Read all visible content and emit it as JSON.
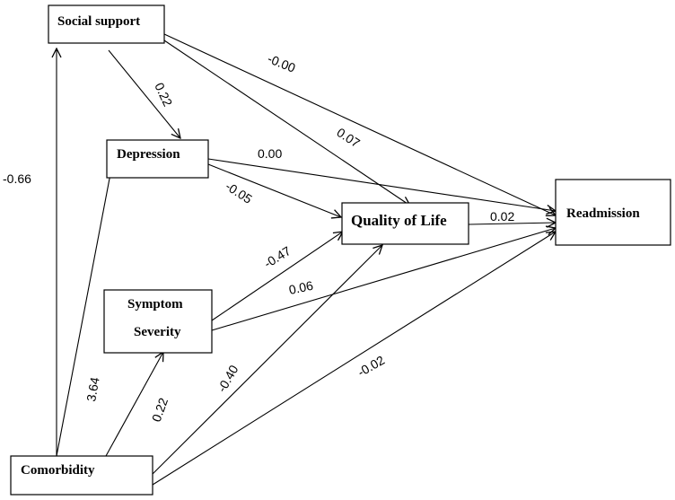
{
  "nodes": {
    "social_support": "Social support",
    "depression": "Depression",
    "symptom_severity_line1": "Symptom",
    "symptom_severity_line2": "Severity",
    "comorbidity": "Comorbidity",
    "quality_of_life": "Quality of Life",
    "readmission": "Readmission"
  },
  "paths": {
    "social_to_readmission": "-0.00",
    "social_to_depression": "0.22",
    "social_to_qol": "0.07",
    "comorbidity_to_social": "-0.66",
    "depression_to_readmission": "0.00",
    "depression_to_qol": "-0.05",
    "qol_to_readmission": "0.02",
    "symptom_to_qol": "-0.47",
    "symptom_to_readmission": "0.06",
    "comorbidity_to_depression": "3.64",
    "comorbidity_to_symptom": "0.22",
    "comorbidity_to_qol": "-0.40",
    "comorbidity_to_readmission": "-0.02"
  }
}
